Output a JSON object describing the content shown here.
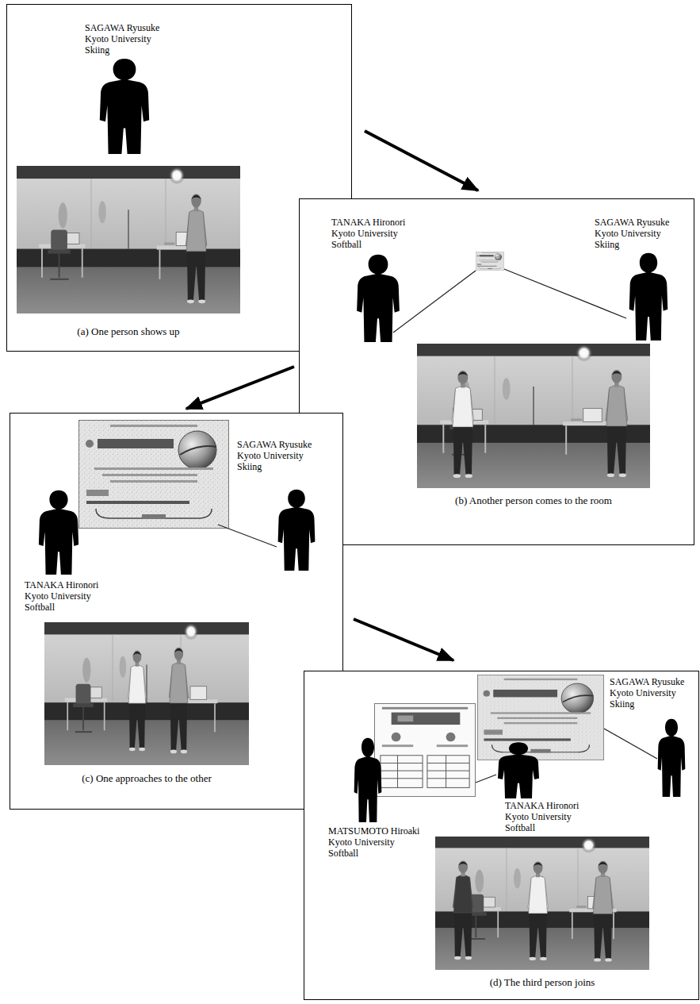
{
  "diagram": {
    "nodes": [
      {
        "text": [
          "(a) One person shows up"
        ]
      },
      {
        "text": [
          "SAGAWA Ryusuke",
          "Kyoto University",
          "Skiing"
        ],
        "in": 0
      },
      {
        "text": [
          "(b) Another person comes to the room"
        ]
      },
      {
        "text": [
          "TANAKA Hironori",
          "Kyoto University",
          "Softball"
        ],
        "in": 2
      },
      {
        "text": [
          "SAGAWA Ryusuke",
          "Kyoto University",
          "Skiing"
        ],
        "in": 2
      },
      {
        "text": [
          "(c) One approaches to the other"
        ]
      },
      {
        "text": [
          "TANAKA Hironori",
          "Kyoto University",
          "Softball"
        ],
        "in": 5
      },
      {
        "text": [
          "SAGAWA Ryusuke",
          "Kyoto University",
          "Skiing"
        ],
        "in": 5
      },
      {
        "text": [
          "(d) The third person joins"
        ]
      },
      {
        "text": [
          "MATSUMOTO Hiroaki",
          "Kyoto University",
          "Softball"
        ],
        "in": 8
      },
      {
        "text": [
          "TANAKA Hironori",
          "Kyoto University",
          "Softball"
        ],
        "in": 8
      },
      {
        "text": [
          "SAGAWA Ryusuke",
          "Kyoto University",
          "Skiing"
        ],
        "in": 8
      }
    ],
    "edges": [
      {
        "from": 0,
        "to": 2,
        "arrow": "to"
      },
      {
        "from": 2,
        "to": 5,
        "arrow": "to"
      },
      {
        "from": 5,
        "to": 8,
        "arrow": "to"
      }
    ]
  }
}
